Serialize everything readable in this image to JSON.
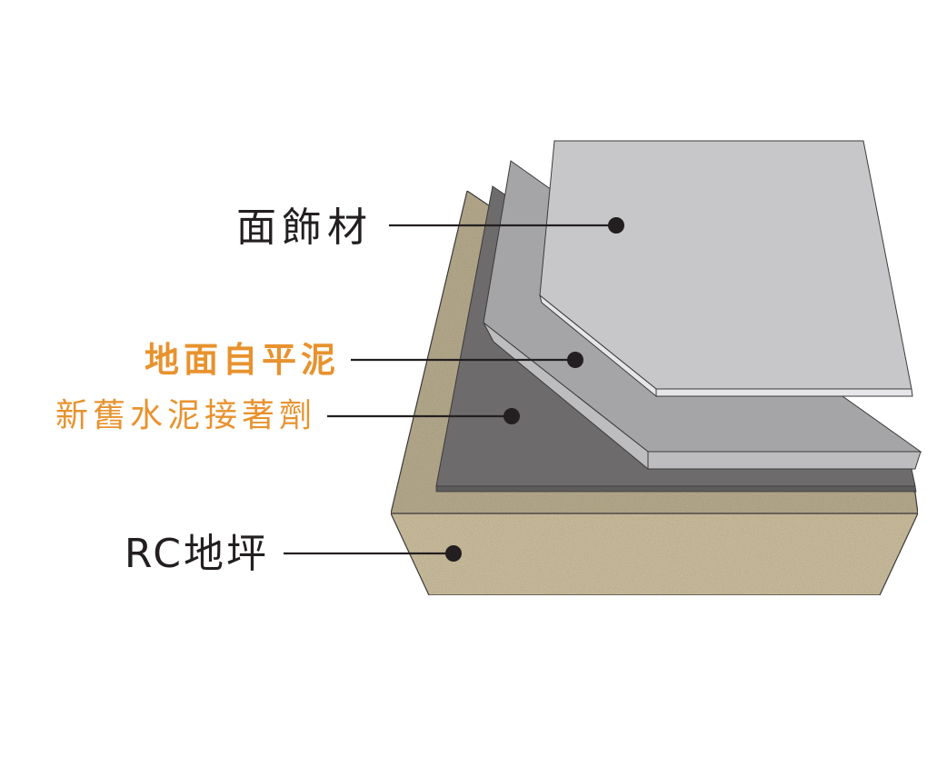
{
  "labels": {
    "finish": "面飾材",
    "leveling": "地面自平泥",
    "bonding": "新舊水泥接著劑",
    "rc": "RC地坪"
  },
  "colors": {
    "text_dark": "#231f20",
    "accent_orange": "#e8922e",
    "concrete_top": "#b5a98c",
    "concrete_front": "#c9bc9c",
    "adhesive_dark": "#6d6b6c",
    "adhesive_side": "#5d5b5c",
    "leveling_mid": "#a5a5a7",
    "leveling_side": "#bdbdbf",
    "finish_light": "#c7c7c9",
    "finish_edge": "#e6e6e8",
    "outline": "#3b3b3b",
    "dot": "#231f20"
  }
}
